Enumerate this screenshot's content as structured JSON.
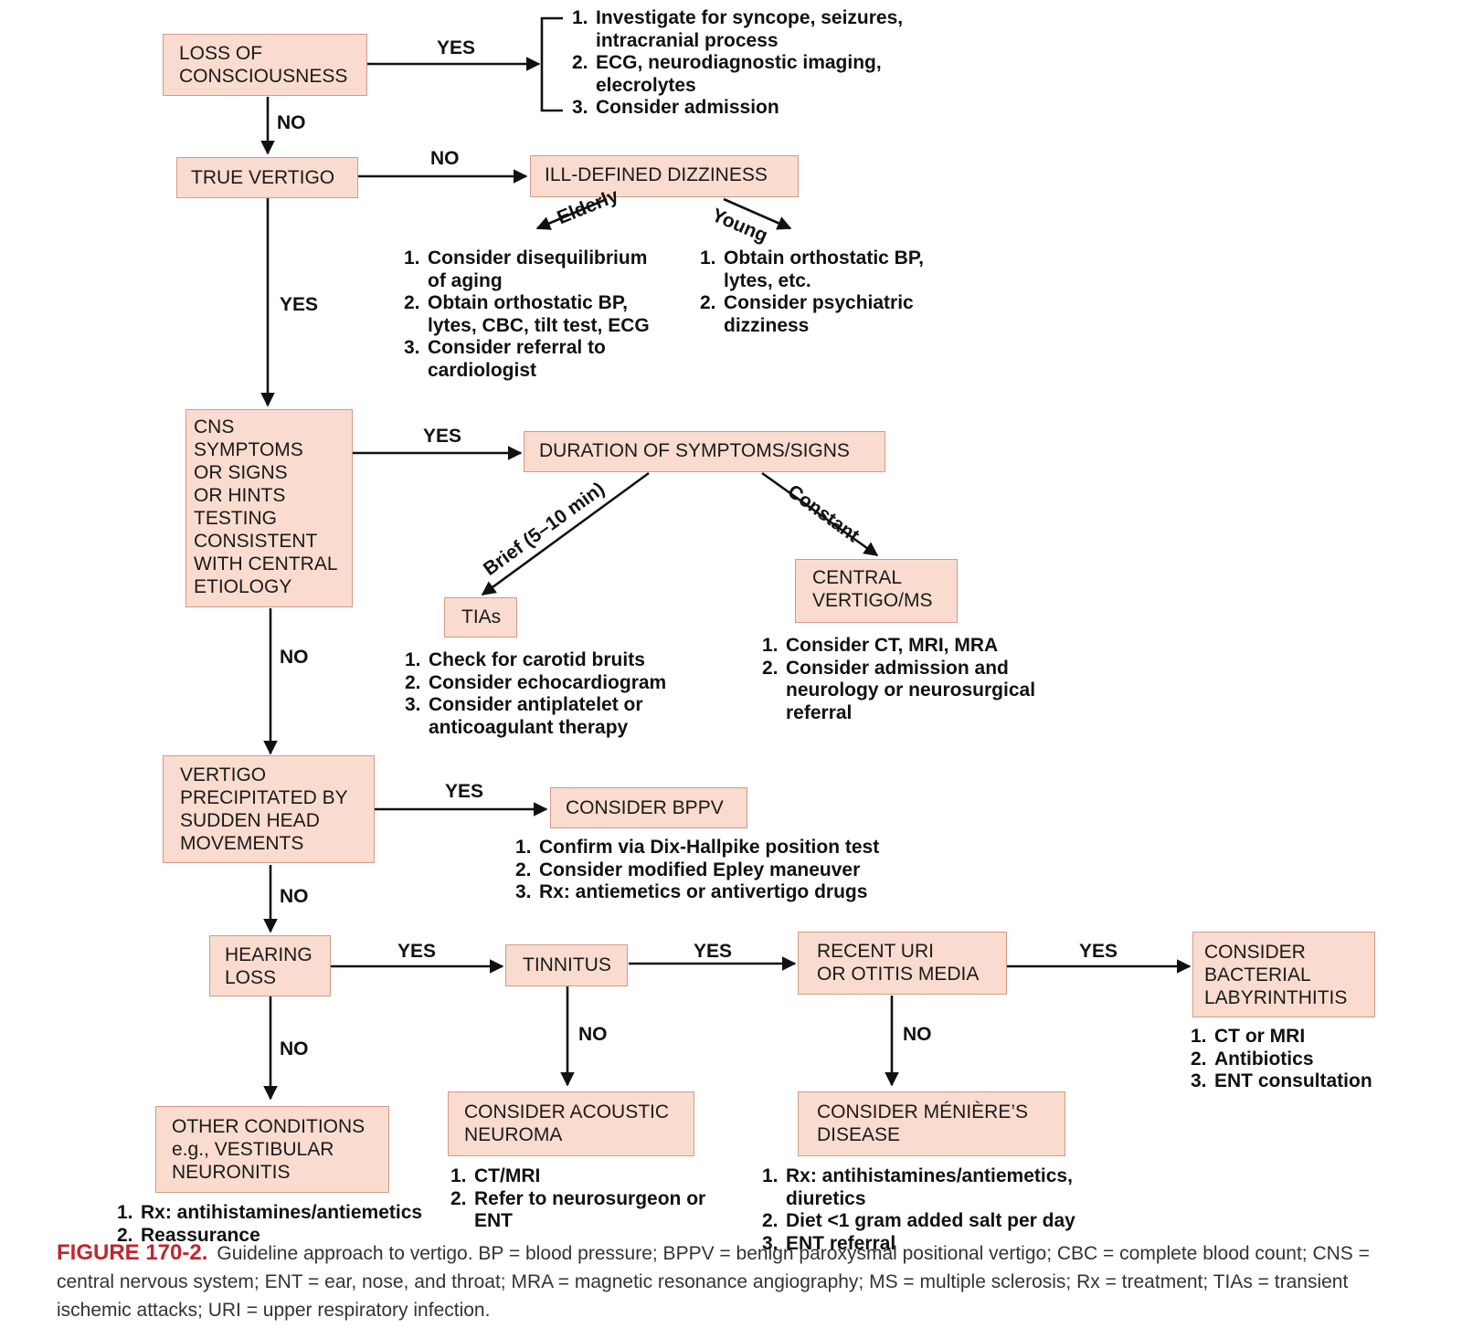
{
  "boxes": {
    "loss_of_consciousness": [
      "LOSS OF",
      "CONSCIOUSNESS"
    ],
    "true_vertigo": [
      "TRUE VERTIGO"
    ],
    "ill_defined": [
      "ILL-DEFINED DIZZINESS"
    ],
    "cns": [
      "CNS",
      "SYMPTOMS",
      "OR SIGNS",
      "OR  HINTS",
      "TESTING",
      "CONSISTENT",
      "WITH CENTRAL",
      "ETIOLOGY"
    ],
    "duration": [
      "DURATION OF SYMPTOMS/SIGNS"
    ],
    "tias": [
      "TIAs"
    ],
    "central_vertigo": [
      "CENTRAL",
      "VERTIGO/MS"
    ],
    "vertigo_head": [
      "VERTIGO",
      "PRECIPITATED BY",
      "SUDDEN HEAD",
      "MOVEMENTS"
    ],
    "bppv": [
      "CONSIDER BPPV"
    ],
    "hearing_loss": [
      "HEARING",
      "LOSS"
    ],
    "tinnitus": [
      "TINNITUS"
    ],
    "recent_uri": [
      "RECENT URI",
      "OR OTITIS MEDIA"
    ],
    "bacterial": [
      "CONSIDER",
      "BACTERIAL",
      "LABYRINTHITIS"
    ],
    "other_conditions": [
      "OTHER CONDITIONS",
      "e.g., VESTIBULAR",
      "NEURONITIS"
    ],
    "acoustic": [
      "CONSIDER ACOUSTIC",
      "NEUROMA"
    ],
    "meniere": [
      "CONSIDER MÉNIÈRE’S",
      "DISEASE"
    ]
  },
  "edge_labels": {
    "yes_loc": "YES",
    "no_loc": "NO",
    "no_tv": "NO",
    "yes_tv": "YES",
    "elderly": "Elderly",
    "young": "Young",
    "yes_cns": "YES",
    "no_cns": "NO",
    "brief": "Brief (5–10 min)",
    "constant": "Constant",
    "yes_head": "YES",
    "no_head": "NO",
    "yes_hl": "YES",
    "no_hl": "NO",
    "yes_tin": "YES",
    "no_tin": "NO",
    "yes_uri": "YES",
    "no_uri": "NO"
  },
  "lists": {
    "loc": [
      [
        "1.",
        "Investigate for syncope, seizures,",
        "intracranial process"
      ],
      [
        "2.",
        "ECG, neurodiagnostic imaging,",
        "elecrolytes"
      ],
      [
        "3.",
        "Consider admission"
      ]
    ],
    "elderly": [
      [
        "1.",
        "Consider disequilibrium",
        "of aging"
      ],
      [
        "2.",
        "Obtain orthostatic BP,",
        "lytes, CBC, tilt test, ECG"
      ],
      [
        "3.",
        "Consider referral to",
        "cardiologist"
      ]
    ],
    "young": [
      [
        "1.",
        "Obtain orthostatic BP,",
        "lytes, etc."
      ],
      [
        "2.",
        "Consider psychiatric",
        "dizziness"
      ]
    ],
    "tias": [
      [
        "1.",
        "Check for carotid bruits"
      ],
      [
        "2.",
        "Consider echocardiogram"
      ],
      [
        "3.",
        "Consider antiplatelet or",
        "anticoagulant therapy"
      ]
    ],
    "central": [
      [
        "1.",
        "Consider CT, MRI, MRA"
      ],
      [
        "2.",
        "Consider admission and",
        "neurology or neurosurgical",
        "referral"
      ]
    ],
    "bppv": [
      [
        "1.",
        "Confirm via Dix-Hallpike position test"
      ],
      [
        "2.",
        "Consider modified Epley maneuver"
      ],
      [
        "3.",
        "Rx: antiemetics or antivertigo drugs"
      ]
    ],
    "bacterial": [
      [
        "1.",
        "CT or MRI"
      ],
      [
        "2.",
        "Antibiotics"
      ],
      [
        "3.",
        "ENT consultation"
      ]
    ],
    "other": [
      [
        "1.",
        "Rx: antihistamines/antiemetics"
      ],
      [
        "2.",
        "Reassurance"
      ]
    ],
    "acoustic": [
      [
        "1.",
        "CT/MRI"
      ],
      [
        "2.",
        "Refer to neurosurgeon or",
        "ENT"
      ]
    ],
    "meniere": [
      [
        "1.",
        "Rx: antihistamines/antiemetics,",
        "diuretics"
      ],
      [
        "2.",
        "Diet <1 gram added salt per day"
      ],
      [
        "3.",
        "ENT referral"
      ]
    ]
  },
  "caption": {
    "figure": "FIGURE 170-2.",
    "text": "Guideline approach to vertigo. BP = blood pressure; BPPV = benign paroxysmal positional vertigo; CBC = complete blood count; CNS = central nervous system; ENT = ear, nose, and throat; MRA = magnetic resonance angiography; MS = multiple sclerosis; Rx = treatment; TIAs = transient ischemic attacks; URI = upper respiratory infection."
  }
}
